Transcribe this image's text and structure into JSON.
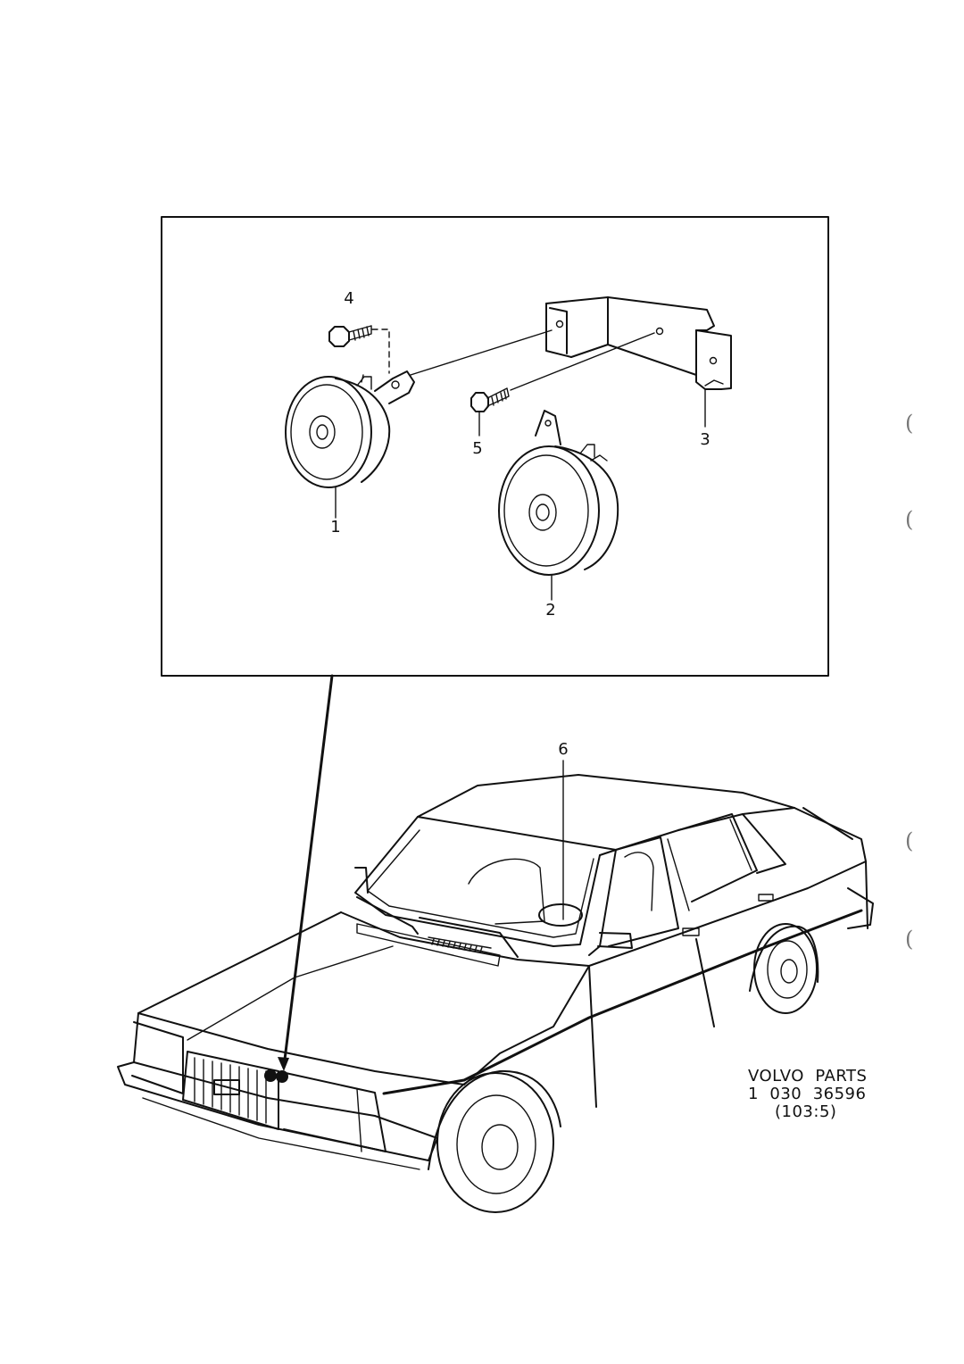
{
  "callouts": {
    "c1": "1",
    "c2": "2",
    "c3": "3",
    "c4": "4",
    "c5": "5",
    "c6": "6"
  },
  "caption": {
    "brand_line": "VOLVO  PARTS",
    "part_number": "1  030  36596",
    "reference": "(103:5)"
  }
}
